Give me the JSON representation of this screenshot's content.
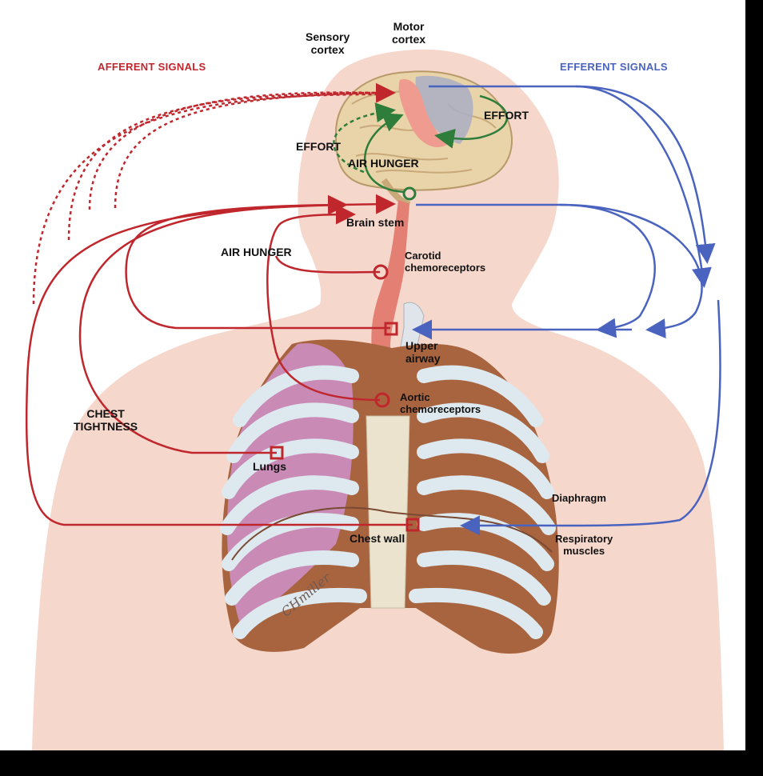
{
  "headers": {
    "afferent": "AFFERENT SIGNALS",
    "efferent": "EFFERENT SIGNALS"
  },
  "labels": {
    "sensory_cortex": [
      "Sensory",
      "cortex"
    ],
    "motor_cortex": [
      "Motor",
      "cortex"
    ],
    "effort_right": "EFFORT",
    "effort_left": "EFFORT",
    "air_hunger_brain": "AIR HUNGER",
    "brain_stem": "Brain stem",
    "air_hunger_left": "AIR HUNGER",
    "carotid": [
      "Carotid",
      "chemoreceptors"
    ],
    "upper_airway": [
      "Upper",
      "airway"
    ],
    "aortic": [
      "Aortic",
      "chemoreceptors"
    ],
    "chest_tightness": [
      "CHEST",
      "TIGHTNESS"
    ],
    "lungs": "Lungs",
    "chest_wall": "Chest wall",
    "diaphragm": "Diaphragm",
    "respiratory_muscles": [
      "Respiratory",
      "muscles"
    ]
  },
  "signature": "CHmiller",
  "colors": {
    "afferent": "#c0272d",
    "efferent": "#4a63bf",
    "effort_path": "#2f7d3a",
    "skin": "#f5d7cc",
    "rib": "#dde9ef",
    "muscle": "#a8643f",
    "lung": "#c98ab6",
    "brain": "#e9d3a8"
  }
}
